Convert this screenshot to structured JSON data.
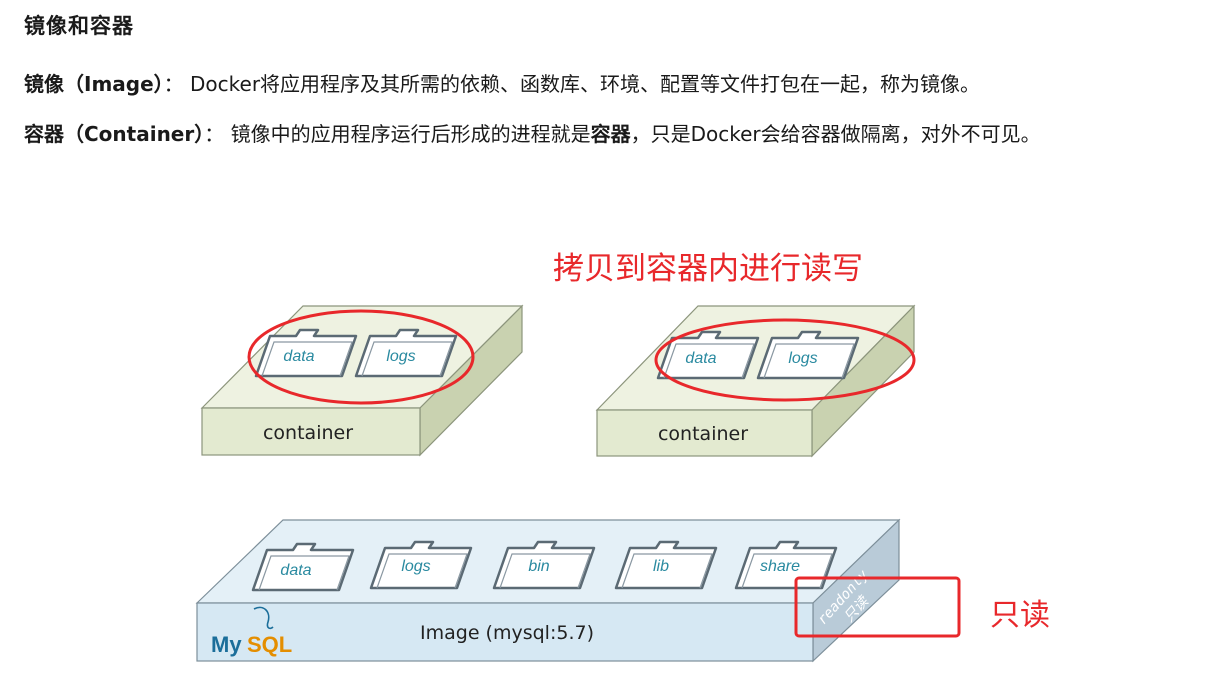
{
  "heading": "镜像和容器",
  "image_def": {
    "term": "镜像（Image）",
    "sep": "：",
    "text": "Docker将应用程序及其所需的依赖、函数库、环境、配置等文件打包在一起，称为镜像。"
  },
  "container_def": {
    "term": "容器（Container）",
    "sep": "：",
    "text_a": "镜像中的应用程序运行后形成的进程就是",
    "bold": "容器",
    "text_b": "，只是Docker会给容器做隔离，对外不可见。"
  },
  "annotation_copy": "拷贝到容器内进行读写",
  "annotation_readonly": "只读",
  "containers": [
    {
      "label": "container",
      "folders": [
        "data",
        "logs"
      ]
    },
    {
      "label": "container",
      "folders": [
        "data",
        "logs"
      ]
    }
  ],
  "image_layer": {
    "label": "Image (mysql:5.7)",
    "folders": [
      "data",
      "logs",
      "bin",
      "lib",
      "share"
    ],
    "side_readonly": "readonly",
    "side_readonly_cn": "只读",
    "logo_my": "My",
    "logo_sql": "SQL"
  },
  "colors": {
    "container_top": "#eef2e1",
    "container_front": "#e3ead0",
    "container_side": "#c9d2b0",
    "image_top": "#e4f0f7",
    "image_front": "#d6e8f3",
    "image_side": "#b9cbd8",
    "folder_text": "#2a8aa0",
    "annotation_red": "#e8282b",
    "mysql_blue": "#1b6e9a",
    "mysql_orange": "#e48e00"
  }
}
